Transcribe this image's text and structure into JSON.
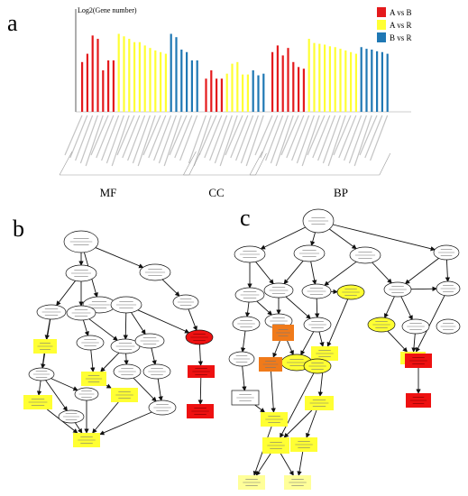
{
  "panels": {
    "a": {
      "letter": "a"
    },
    "b": {
      "letter": "b"
    },
    "c": {
      "letter": "c"
    }
  },
  "chart_data": {
    "type": "bar",
    "ylabel": "Log2(Gene number)",
    "legend": {
      "placement": "top-right",
      "entries": [
        {
          "label": "A vs B",
          "color": "#e41a1c"
        },
        {
          "label": "A vs R",
          "color": "#ffff33"
        },
        {
          "label": "B vs R",
          "color": "#1f78b4"
        }
      ]
    },
    "group_labels": [
      "MF",
      "CC",
      "BP"
    ],
    "groups": [
      {
        "name": "MF",
        "series": [
          {
            "legend": "A vs B",
            "values": [
              0.6,
              0.7,
              0.92,
              0.88,
              0.5,
              0.62,
              0.62
            ]
          },
          {
            "legend": "A vs R",
            "values": [
              0.94,
              0.91,
              0.88,
              0.84,
              0.84,
              0.8,
              0.77,
              0.74,
              0.72,
              0.7
            ]
          },
          {
            "legend": "B vs R",
            "values": [
              0.94,
              0.9,
              0.75,
              0.72,
              0.62,
              0.62
            ]
          }
        ]
      },
      {
        "name": "CC",
        "series": [
          {
            "legend": "A vs B",
            "values": [
              0.4,
              0.5,
              0.4,
              0.4
            ]
          },
          {
            "legend": "A vs R",
            "values": [
              0.46,
              0.58,
              0.6,
              0.45,
              0.45
            ]
          },
          {
            "legend": "B vs R",
            "values": [
              0.5,
              0.44,
              0.46
            ]
          }
        ]
      },
      {
        "name": "BP",
        "series": [
          {
            "legend": "A vs B",
            "values": [
              0.72,
              0.8,
              0.68,
              0.77,
              0.6,
              0.54,
              0.52
            ]
          },
          {
            "legend": "A vs R",
            "values": [
              0.88,
              0.83,
              0.82,
              0.81,
              0.79,
              0.78,
              0.76,
              0.74,
              0.72,
              0.7
            ]
          },
          {
            "legend": "B vs R",
            "values": [
              0.78,
              0.76,
              0.75,
              0.73,
              0.72,
              0.7
            ]
          }
        ]
      }
    ]
  },
  "diagram_b": {
    "colors": {
      "node": "#ffffff",
      "yellow": "#ffff33",
      "red": "#ee1111"
    },
    "nodes": [
      {
        "id": 1,
        "fill": "white"
      },
      {
        "id": 2,
        "fill": "white"
      },
      {
        "id": 3,
        "fill": "white"
      },
      {
        "id": 4,
        "fill": "white"
      },
      {
        "id": 5,
        "fill": "white"
      },
      {
        "id": 6,
        "fill": "white"
      },
      {
        "id": 7,
        "fill": "white"
      },
      {
        "id": 8,
        "fill": "white"
      },
      {
        "id": 9,
        "fill": "yellow"
      },
      {
        "id": 10,
        "fill": "white"
      },
      {
        "id": 11,
        "fill": "white"
      },
      {
        "id": 12,
        "fill": "white"
      },
      {
        "id": 13,
        "fill": "red"
      },
      {
        "id": 14,
        "fill": "white"
      },
      {
        "id": 15,
        "fill": "yellow"
      },
      {
        "id": 16,
        "fill": "yellow"
      },
      {
        "id": 17,
        "fill": "white"
      },
      {
        "id": 18,
        "fill": "white"
      },
      {
        "id": 19,
        "fill": "red"
      },
      {
        "id": 20,
        "fill": "white"
      },
      {
        "id": 21,
        "fill": "white"
      },
      {
        "id": 22,
        "fill": "yellow"
      },
      {
        "id": 23,
        "fill": "white"
      },
      {
        "id": 24,
        "fill": "red"
      },
      {
        "id": 25,
        "fill": "yellow"
      }
    ],
    "edges": [
      [
        1,
        2
      ],
      [
        1,
        3
      ],
      [
        1,
        4
      ],
      [
        2,
        5
      ],
      [
        2,
        6
      ],
      [
        3,
        6
      ],
      [
        3,
        7
      ],
      [
        4,
        8
      ],
      [
        5,
        9
      ],
      [
        6,
        10
      ],
      [
        6,
        11
      ],
      [
        7,
        11
      ],
      [
        7,
        12
      ],
      [
        7,
        13
      ],
      [
        8,
        13
      ],
      [
        5,
        14
      ],
      [
        9,
        15
      ],
      [
        10,
        16
      ],
      [
        11,
        16
      ],
      [
        11,
        17
      ],
      [
        12,
        18
      ],
      [
        13,
        19
      ],
      [
        14,
        20
      ],
      [
        14,
        21
      ],
      [
        16,
        22
      ],
      [
        17,
        23
      ],
      [
        18,
        23
      ],
      [
        19,
        24
      ],
      [
        20,
        25
      ],
      [
        21,
        25
      ],
      [
        22,
        25
      ],
      [
        23,
        25
      ],
      [
        15,
        25
      ]
    ]
  },
  "diagram_c": {
    "colors": {
      "node": "#ffffff",
      "yellow": "#ffff33",
      "orange": "#f07a1a",
      "red": "#ee1111",
      "lightyellow": "#ffff99"
    },
    "nodes": [
      {
        "id": 1,
        "fill": "white"
      },
      {
        "id": 2,
        "fill": "white"
      },
      {
        "id": 3,
        "fill": "white"
      },
      {
        "id": 4,
        "fill": "white"
      },
      {
        "id": 5,
        "fill": "white"
      },
      {
        "id": 6,
        "fill": "white"
      },
      {
        "id": 7,
        "fill": "white"
      },
      {
        "id": 8,
        "fill": "white"
      },
      {
        "id": 9,
        "fill": "white"
      },
      {
        "id": 10,
        "fill": "yellow"
      },
      {
        "id": 11,
        "fill": "yellow"
      },
      {
        "id": 12,
        "fill": "white"
      },
      {
        "id": 13,
        "fill": "white"
      },
      {
        "id": 14,
        "fill": "white"
      },
      {
        "id": 15,
        "fill": "white"
      },
      {
        "id": 16,
        "fill": "white"
      },
      {
        "id": 17,
        "fill": "orange"
      },
      {
        "id": 18,
        "fill": "yellow"
      },
      {
        "id": 19,
        "fill": "yellow"
      },
      {
        "id": 20,
        "fill": "yellow"
      },
      {
        "id": 21,
        "fill": "white"
      },
      {
        "id": 22,
        "fill": "white"
      },
      {
        "id": 23,
        "fill": "white"
      },
      {
        "id": 24,
        "fill": "orange"
      },
      {
        "id": 25,
        "fill": "yellow"
      },
      {
        "id": 26,
        "fill": "yellow"
      },
      {
        "id": 27,
        "fill": "red"
      },
      {
        "id": 28,
        "fill": "yellow"
      },
      {
        "id": 29,
        "fill": "yellow"
      },
      {
        "id": 30,
        "fill": "yellow"
      },
      {
        "id": 31,
        "fill": "red"
      },
      {
        "id": 32,
        "fill": "lightyellow"
      },
      {
        "id": 33,
        "fill": "lightyellow"
      }
    ],
    "edges": [
      [
        1,
        2
      ],
      [
        1,
        3
      ],
      [
        1,
        4
      ],
      [
        1,
        5
      ],
      [
        2,
        6
      ],
      [
        2,
        7
      ],
      [
        3,
        7
      ],
      [
        3,
        8
      ],
      [
        4,
        8
      ],
      [
        4,
        9
      ],
      [
        5,
        9
      ],
      [
        6,
        12
      ],
      [
        6,
        13
      ],
      [
        7,
        13
      ],
      [
        7,
        14
      ],
      [
        8,
        14
      ],
      [
        8,
        10
      ],
      [
        9,
        11
      ],
      [
        9,
        15
      ],
      [
        9,
        16
      ],
      [
        5,
        16
      ],
      [
        12,
        21
      ],
      [
        13,
        17
      ],
      [
        13,
        18
      ],
      [
        14,
        18
      ],
      [
        14,
        19
      ],
      [
        10,
        19
      ],
      [
        11,
        20
      ],
      [
        15,
        20
      ],
      [
        16,
        20
      ],
      [
        21,
        22
      ],
      [
        17,
        24
      ],
      [
        18,
        24
      ],
      [
        19,
        25
      ],
      [
        19,
        26
      ],
      [
        20,
        27
      ],
      [
        22,
        28
      ],
      [
        24,
        28
      ],
      [
        25,
        29
      ],
      [
        26,
        29
      ],
      [
        26,
        30
      ],
      [
        27,
        31
      ],
      [
        28,
        32
      ],
      [
        29,
        32
      ],
      [
        29,
        33
      ],
      [
        30,
        33
      ]
    ]
  }
}
